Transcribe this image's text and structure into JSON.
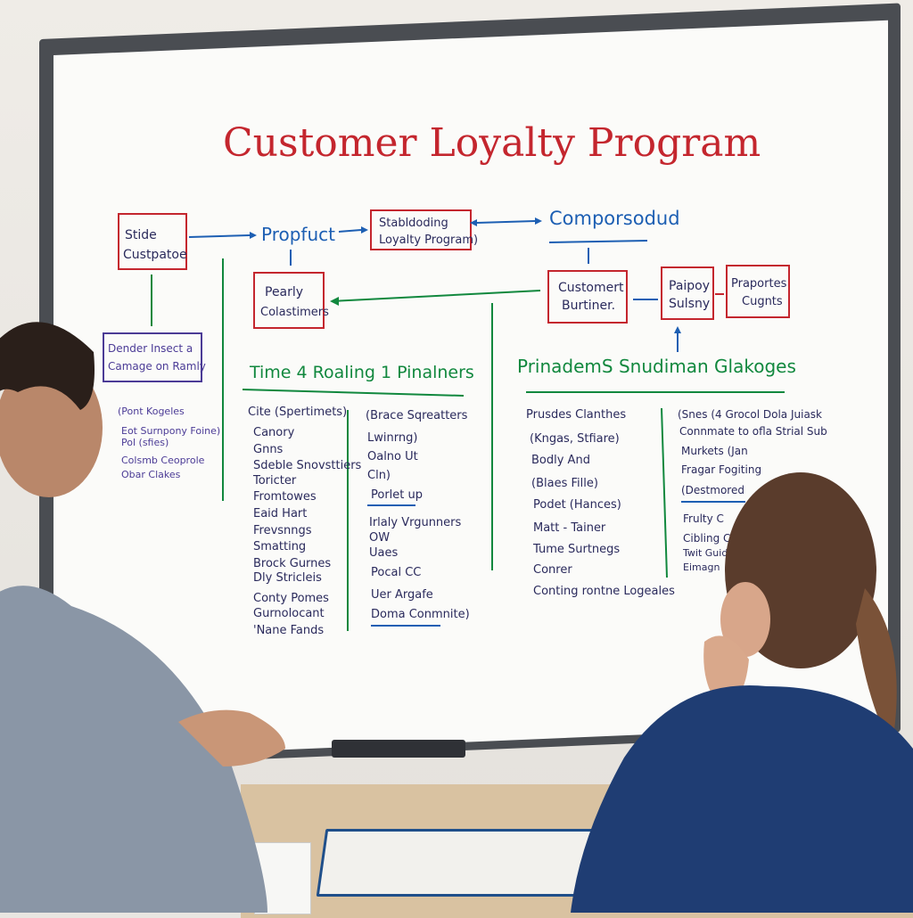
{
  "board": {
    "title": "Customer Loyalty Program",
    "boxes": [
      {
        "id": "b1",
        "lines": [
          "Stide",
          "Custpatoe"
        ]
      },
      {
        "id": "b2",
        "lines": [
          "Stabldoding",
          "Loyalty Program)"
        ]
      },
      {
        "id": "b3",
        "lines": [
          "Pearly",
          "Colastimers"
        ]
      },
      {
        "id": "b4",
        "lines": [
          "Customert",
          "Burtiner."
        ]
      },
      {
        "id": "b5",
        "lines": [
          "Paipoy",
          "Sulsny"
        ]
      },
      {
        "id": "b6",
        "lines": [
          "Praportes",
          "Cugnts"
        ]
      },
      {
        "id": "b7",
        "lines": [
          "Dender Insect a",
          "Camage on Ramly"
        ]
      }
    ],
    "labels": {
      "propruct": "Propfuct",
      "compose": "Comporsodud",
      "section_left": "Time 4 Roaling 1 Pinalners",
      "section_right": "PrinademS Snudiman Glakoges"
    },
    "lists": {
      "left_small": [
        "(Pont Kogeles",
        "Eot Surnpony Foine)",
        "Pol (sfies)",
        "Colsmb Ceoprole",
        "Obar Clakes"
      ],
      "col1": [
        "Cite (Spertimets)",
        "Canory",
        "Gnns",
        "Sdeble Snovsttiers",
        "Toricter",
        "Fromtowes",
        "Eaid Hart",
        "Frevsnngs",
        "Smatting",
        "Brock Gurnes",
        "Dly Stricleis",
        "Conty Pomes",
        "Gurnolocant",
        "'Nane Fands"
      ],
      "col2": [
        "(Brace Sqreatters",
        "Lwinrng)",
        "Oalno Ut",
        "Cln)",
        "Porlet up",
        "Irlaly Vrgunners",
        "OW",
        "Uaes",
        "Pocal CC",
        "Uer Argafe",
        "Doma Conmnite)"
      ],
      "col3": [
        "Prusdes Clanthes",
        "(Kngas, Stfiare)",
        "Bodly And",
        "(Blaes Fille)",
        "Podet (Hances)",
        "Matt - Tainer",
        "Tume Surtnegs",
        "Conrer",
        "Conting rontne Logeales"
      ],
      "col4": [
        "(Snes (4 Grocol Dola Juiask",
        "Connmate to ofla Strial Sub",
        "Murkets (Jan",
        "Fragar Fogiting",
        "(Destmored",
        "Frulty C",
        "Cibling C",
        "Twit Guid",
        "Eimagn"
      ]
    }
  }
}
